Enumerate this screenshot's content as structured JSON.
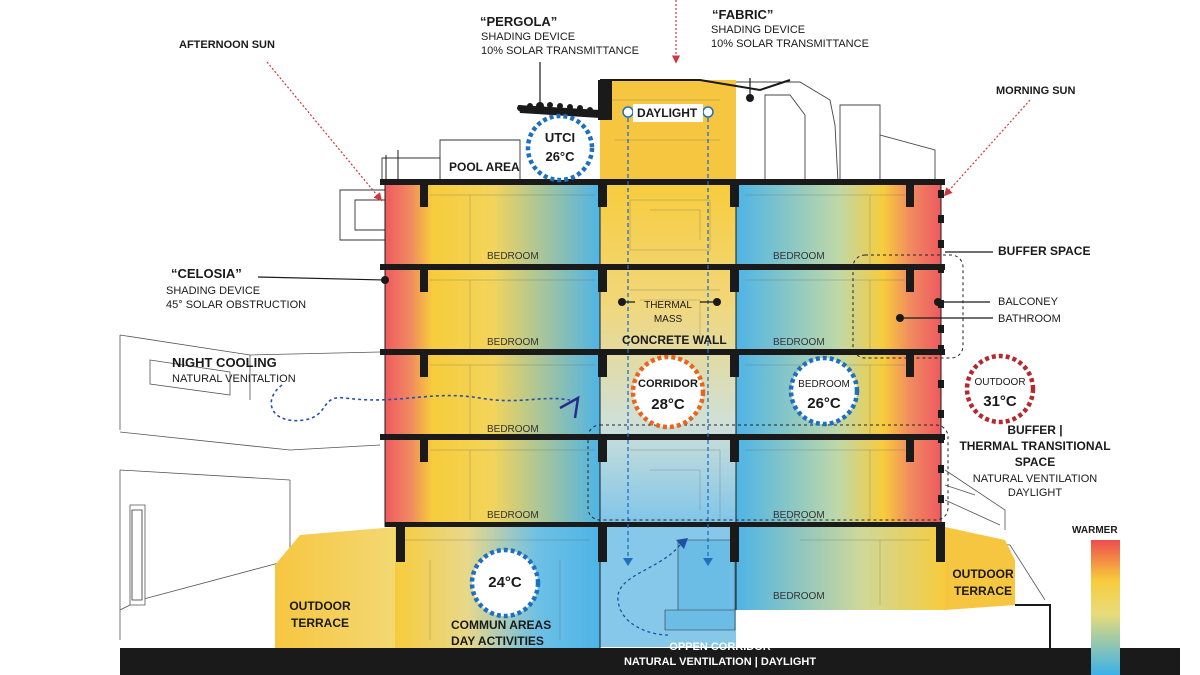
{
  "labels": {
    "afternoon_sun": "AFTERNOON SUN",
    "morning_sun": "MORNING SUN",
    "pergola_title": "“PERGOLA”",
    "pergola_line1": "SHADING DEVICE",
    "pergola_line2": "10% SOLAR TRANSMITTANCE",
    "fabric_title": "“FABRIC”",
    "fabric_line1": "SHADING DEVICE",
    "fabric_line2": "10% SOLAR TRANSMITTANCE",
    "daylight": "DAYLIGHT",
    "pool_area": "POOL AREA",
    "celosia_title": "“CELOSIA”",
    "celosia_line1": "SHADING DEVICE",
    "celosia_line2": "45° SOLAR OBSTRUCTION",
    "night_cooling_title": "NIGHT COOLING",
    "night_cooling_line1": "NATURAL VENITALTION",
    "thermal_mass_line1": "THERMAL",
    "thermal_mass_line2": "MASS",
    "concrete_wall": "CONCRETE WALL",
    "buffer_space": "BUFFER SPACE",
    "balconey": "BALCONEY",
    "bathroom": "BATHROOM",
    "buffer_title_line1": "BUFFER |",
    "buffer_title_line2": "THERMAL TRANSITIONAL",
    "buffer_title_line3": "SPACE",
    "buffer_line1": "NATURAL VENTILATION",
    "buffer_line2": "DAYLIGHT",
    "outdoor_terrace_left_line1": "OUTDOOR",
    "outdoor_terrace_left_line2": "TERRACE",
    "outdoor_terrace_right_line1": "OUTDOOR",
    "outdoor_terrace_right_line2": "TERRACE",
    "commun_areas_line1": "COMMUN AREAS",
    "commun_areas_line2": "DAY ACTIVITIES",
    "open_corridor_line1": "OPPEN CORRIDOR",
    "open_corridor_line2": "NATURAL VENTILATION | DAYLIGHT",
    "warmer": "WARMER"
  },
  "rooms": {
    "left": [
      "BEDROOM",
      "BEDROOM",
      "BEDROOM",
      "BEDROOM"
    ],
    "right": [
      "BEDROOM",
      "BEDROOM",
      "BEDROOM",
      "BEDROOM"
    ]
  },
  "badges": {
    "utci": {
      "label": "UTCI",
      "temp": "26°C",
      "color": "#1f6fc0"
    },
    "corridor": {
      "label": "CORRIDOR",
      "temp": "28°C",
      "color": "#e8651e"
    },
    "bedroom": {
      "label": "BEDROOM",
      "temp": "26°C",
      "color": "#1f6fc0"
    },
    "outdoor": {
      "label": "OUTDOOR",
      "temp": "31°C",
      "color": "#b5282d"
    },
    "commun": {
      "label": "",
      "temp": "24°C",
      "color": "#1f6fc0"
    }
  },
  "colors": {
    "warm": "#ee5a5f",
    "mid": "#f7cc3c",
    "cool": "#4eb4e6",
    "structure": "#1a1a1a"
  }
}
